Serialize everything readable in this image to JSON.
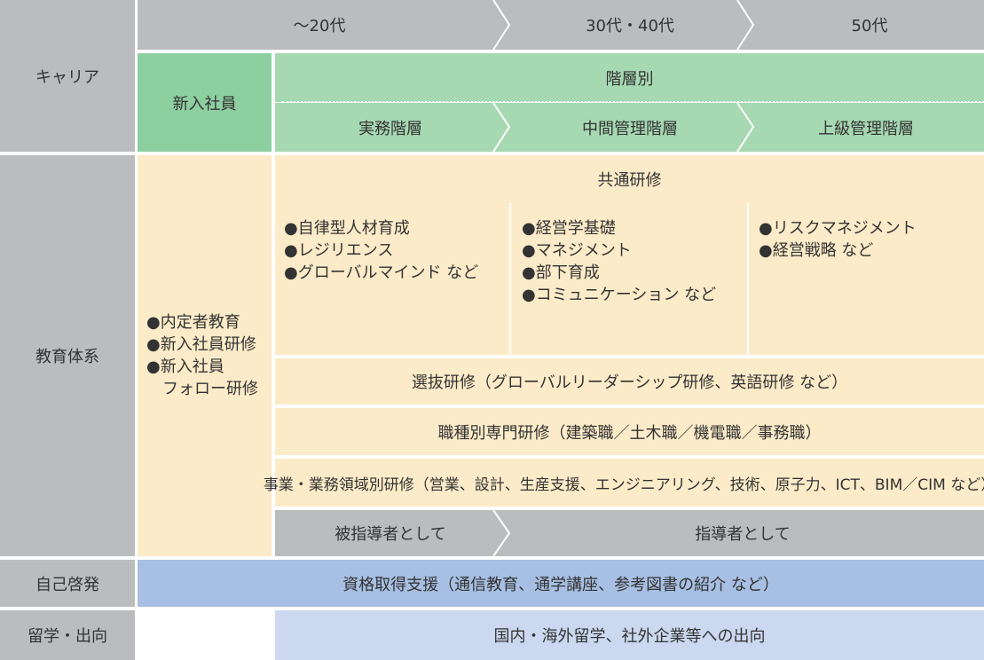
{
  "categories": {
    "career": "キャリア",
    "education": "教育体系",
    "self_development": "自己啓発",
    "study_abroad": "留学・出向"
  },
  "age_bands": [
    "〜20代",
    "30代・40代",
    "50代"
  ],
  "new_employee": "新入社員",
  "hierarchy": {
    "title": "階層別",
    "levels": [
      "実務階層",
      "中間管理階層",
      "上級管理階層"
    ]
  },
  "new_hire_training": [
    "●内定者教育",
    "●新入社員研修",
    "●新入社員",
    "　フォロー研修"
  ],
  "common_training": {
    "title": "共通研修",
    "columns": [
      [
        "●自律型人材育成",
        "●レジリエンス",
        "●グローバルマインド など"
      ],
      [
        "●経営学基礎",
        "●マネジメント",
        "●部下育成",
        "●コミュニケーション など"
      ],
      [
        "●リスクマネジメント",
        "●経営戦略 など"
      ]
    ]
  },
  "selective_training": "選抜研修（グローバルリーダーシップ研修、英語研修 など）",
  "job_type_training": "職種別専門研修（建築職／土木職／機電職／事務職）",
  "business_domain_training": "事業・業務領域別研修（営業、設計、生産支援、エンジニアリング、技術、原子力、ICT、BIM／CIM など）",
  "mentoring": [
    "被指導者として",
    "指導者として"
  ],
  "qualification_support": "資格取得支援（通信教育、通学講座、参考図書の紹介 など）",
  "secondment": "国内・海外留学、社外企業等への出向",
  "colors": {
    "gray": "#bbbcbe",
    "green": "#a6d8b2",
    "cream": "#fcebc8",
    "blue": "#a6bfe2",
    "light_blue": "#cbd8ef"
  }
}
